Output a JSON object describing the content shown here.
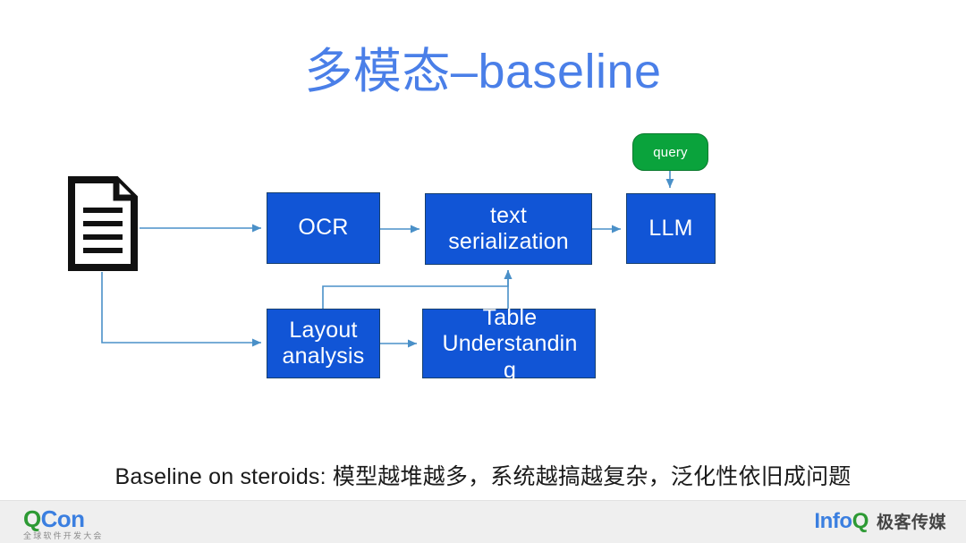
{
  "slide": {
    "title": "多模态–baseline",
    "title_color": "#4a7fe8",
    "background": "#ffffff",
    "caption": "Baseline on steroids: 模型越堆越多，系统越搞越复杂，泛化性依旧成问题"
  },
  "diagram": {
    "node_fill": "#1155d6",
    "node_border": "#17406e",
    "pill_fill": "#0aa33c",
    "connector_color": "#4a90c8",
    "document_icon": "document-icon",
    "nodes": [
      {
        "id": "ocr",
        "label": "OCR",
        "shape": "rect"
      },
      {
        "id": "text_serialization",
        "label": "text serialization",
        "line1": "text",
        "line2": "serialization",
        "shape": "rect"
      },
      {
        "id": "llm",
        "label": "LLM",
        "shape": "rect"
      },
      {
        "id": "layout_analysis",
        "label": "Layout analysis",
        "line1": "Layout",
        "line2": "analysis",
        "shape": "rect"
      },
      {
        "id": "table_understanding",
        "label": "Table Understanding",
        "line1": "Table",
        "line2": "Understandin",
        "line3": "g",
        "shape": "rect"
      },
      {
        "id": "query",
        "label": "query",
        "shape": "pill"
      }
    ],
    "edges": [
      {
        "from": "document",
        "to": "ocr"
      },
      {
        "from": "ocr",
        "to": "text_serialization"
      },
      {
        "from": "text_serialization",
        "to": "llm"
      },
      {
        "from": "query",
        "to": "llm"
      },
      {
        "from": "document",
        "to": "layout_analysis"
      },
      {
        "from": "layout_analysis",
        "to": "table_understanding"
      },
      {
        "from": "layout_analysis",
        "to": "text_serialization"
      },
      {
        "from": "table_understanding",
        "to": "text_serialization"
      }
    ]
  },
  "footer": {
    "qcon": {
      "letter_q": "Q",
      "rest": "Con",
      "subtitle": "全球软件开发大会"
    },
    "infoq": {
      "info": "Info",
      "letter_q": "Q",
      "subtitle": "极客传媒"
    }
  }
}
